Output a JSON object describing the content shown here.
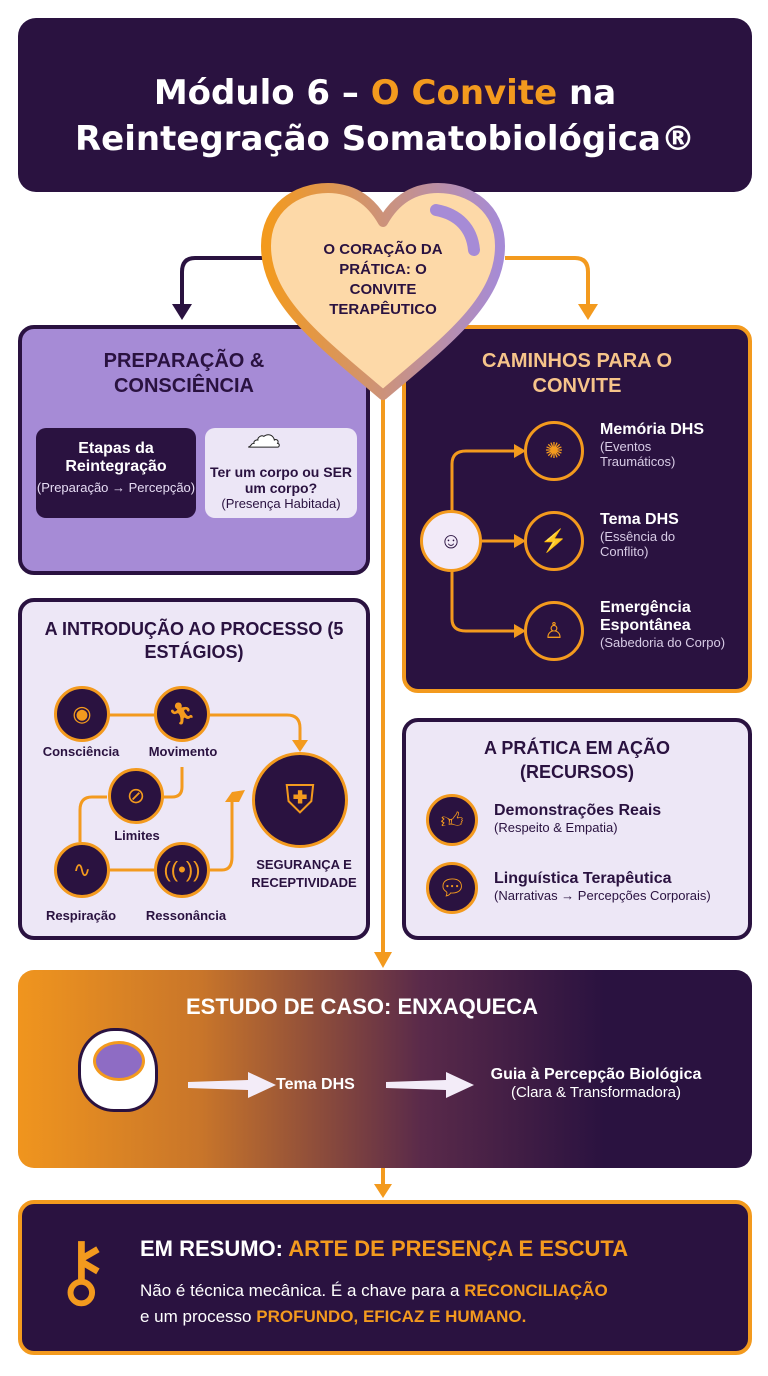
{
  "title": {
    "part1": "Módulo 6 – ",
    "highlight": "O Convite",
    "part2": " na",
    "line2": "Reintegração Somatobiológica®"
  },
  "heart": {
    "text": "O CORAÇÃO DA PRÁTICA: O CONVITE TERAPÊUTICO"
  },
  "preparacao": {
    "title": "PREPARAÇÃO & CONSCIÊNCIA",
    "card1": {
      "title": "Etapas da Reintegração",
      "subtitle": "(Preparação → Percepção)"
    },
    "card2": {
      "title": "Ter um corpo ou SER um corpo?",
      "subtitle": "(Presença Habitada)"
    }
  },
  "caminhos": {
    "title": "CAMINHOS PARA O CONVITE",
    "items": [
      {
        "title": "Memória DHS",
        "subtitle": "(Eventos Traumáticos)",
        "icon": "brain-icon"
      },
      {
        "title": "Tema DHS",
        "subtitle": "(Essência do Conflito)",
        "icon": "conflict-icon"
      },
      {
        "title": "Emergência Espontânea",
        "subtitle": "(Sabedoria do Corpo)",
        "icon": "body-icon"
      }
    ]
  },
  "introducao": {
    "title": "A INTRODUÇÃO AO PROCESSO (5 ESTÁGIOS)",
    "stages": [
      "Consciência",
      "Movimento",
      "Limites",
      "Respiração",
      "Ressonância"
    ],
    "goal": "SEGURANÇA E RECEPTIVIDADE"
  },
  "pratica": {
    "title": "A PRÁTICA EM AÇÃO (RECURSOS)",
    "items": [
      {
        "title": "Demonstrações Reais",
        "subtitle": "(Respeito & Empatia)"
      },
      {
        "title": "Linguística Terapêutica",
        "subtitle": "(Narrativas → Percepções Corporais)"
      }
    ]
  },
  "caso": {
    "title": "ESTUDO DE CASO: ENXAQUECA",
    "step1": "Tema DHS",
    "step2": "Guia à Percepção Biológica",
    "step2_sub": "(Clara & Transformadora)"
  },
  "resumo": {
    "label": "EM RESUMO: ",
    "highlight": "ARTE DE PRESENÇA E ESCUTA",
    "text1": "Não é técnica mecânica. É a chave para a ",
    "hl1": "RECONCILIAÇÃO",
    "text2": "e um processo ",
    "hl2": "PROFUNDO, EFICAZ E HUMANO."
  },
  "colors": {
    "dark": "#2a1240",
    "orange": "#f39a1e",
    "lilac": "#a68bd6",
    "lavender": "#ede7f6"
  }
}
